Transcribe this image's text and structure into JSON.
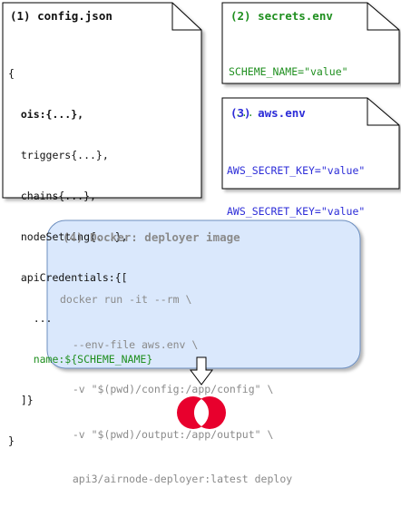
{
  "cards": {
    "config": {
      "title": "(1) config.json",
      "lines": [
        "{",
        "  ois:{...},",
        "  triggers{...},",
        "  chains{...},",
        "  nodeSetting{...},",
        "  apiCredentials:{[",
        "    ...",
        "    name:${SCHEME_NAME}",
        "  ]}",
        "}"
      ]
    },
    "secrets": {
      "title": "(2) secrets.env",
      "lines": [
        "SCHEME_NAME=\"value\"",
        " ..."
      ]
    },
    "aws": {
      "title": "(3) aws.env",
      "lines": [
        "AWS_SECRET_KEY=\"value\"",
        "AWS_SECRET_KEY=\"value\""
      ]
    },
    "docker": {
      "title": "(4) Docker: deployer image",
      "lines": [
        "docker run -it --rm \\",
        "  --env-file aws.env \\",
        "  -v \"$(pwd)/config:/app/config\" \\",
        "  -v \"$(pwd)/output:/app/output\" \\",
        "  api3/airnode-deployer:latest deploy"
      ]
    }
  },
  "colors": {
    "text": "#111111",
    "secrets_text": "#1f8f1f",
    "aws_text": "#2c2cd8",
    "docker_text": "#8a8a8a",
    "docker_fill": "#dae8fc",
    "docker_stroke": "#6c8ebf",
    "logo_red": "#e8002d"
  },
  "icons": {
    "arrow": "down-arrow-icon",
    "logo": "api3-logo-icon"
  }
}
